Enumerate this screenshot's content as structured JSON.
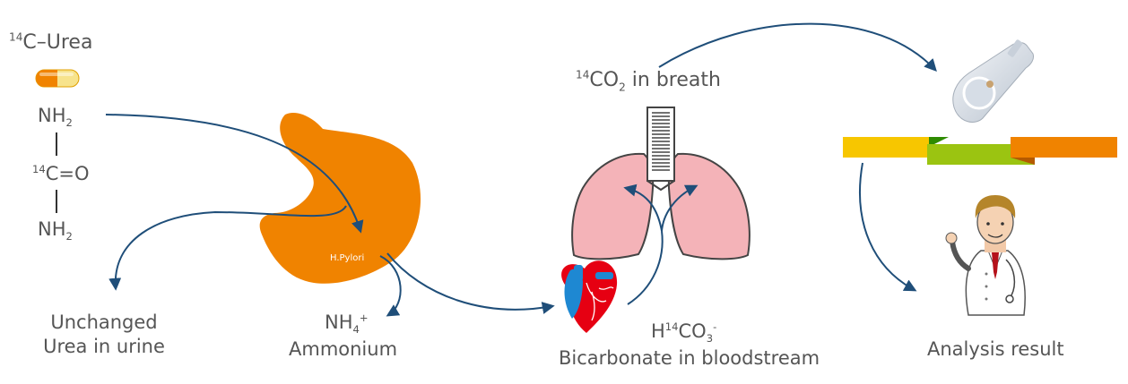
{
  "urea": {
    "mass_number": "14",
    "name": "C–Urea",
    "formula": {
      "top_group": "NH",
      "top_sub": "2",
      "middle_mass": "14",
      "middle_group": "C=O",
      "bottom_group": "NH",
      "bottom_sub": "2"
    }
  },
  "bacteria_label": "H.Pylori",
  "unchanged": {
    "line1": "Unchanged",
    "line2": "Urea in urine"
  },
  "ammonium": {
    "formula": "NH",
    "sub": "4",
    "sup": "+",
    "name": "Ammonium"
  },
  "bicarbonate": {
    "formula_a": "H",
    "mass": "14",
    "formula_b": "CO",
    "sub": "3",
    "sup": "-",
    "name": "Bicarbonate in bloodstream"
  },
  "breath": {
    "mass": "14",
    "formula": "CO",
    "sub": "2",
    "suffix": " in breath"
  },
  "analysis_label": "Analysis result",
  "icons": [
    "capsule-icon",
    "stomach-icon",
    "heart-icon",
    "lungs-icon",
    "breath-card-icon",
    "ribbon-icon",
    "doctor-icon"
  ],
  "colors": {
    "text": "#555555",
    "arrow": "#1f4e79",
    "stomach": "#f08300",
    "capsule_left": "#f08300",
    "capsule_right": "#f7e38c",
    "lung": "#f4b3b8",
    "heart_red": "#e60012",
    "heart_blue": "#1e88d2",
    "ribbon_yellow": "#f7c600",
    "ribbon_green": "#9bc411",
    "ribbon_orange": "#f08300"
  }
}
